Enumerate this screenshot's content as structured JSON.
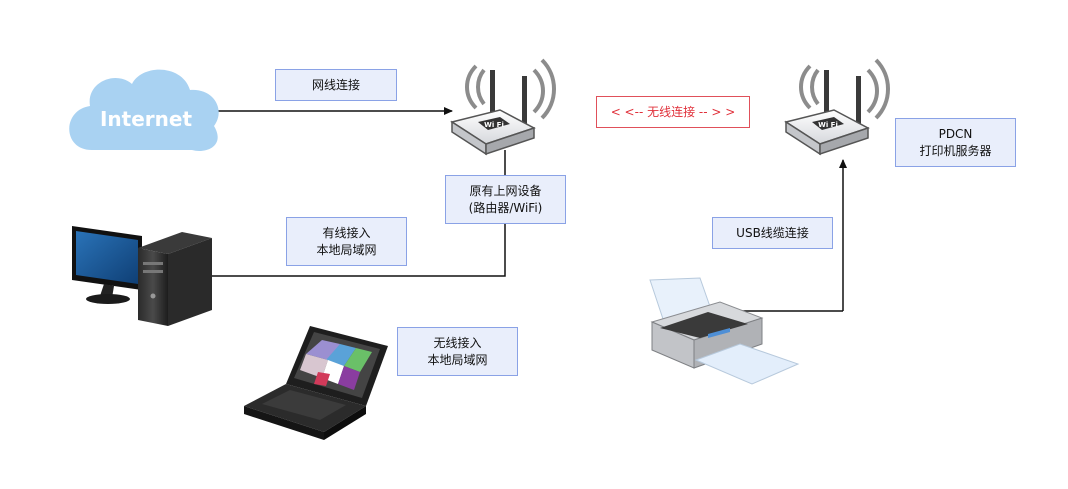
{
  "cloud": {
    "label": "Internet"
  },
  "boxes": {
    "wired_connection": "网线连接",
    "wireless_connection": "< <--  无线连接  -- > >",
    "router_line1": "原有上网设备",
    "router_line2": "(路由器/WiFi)",
    "pdcn_line1": "PDCN",
    "pdcn_line2": "打印机服务器",
    "wired_access_line1": "有线接入",
    "wired_access_line2": "本地局域网",
    "usb_cable": "USB线缆连接",
    "wireless_access_line1": "无线接入",
    "wireless_access_line2": "本地局域网"
  },
  "router_badge": "Wi Fi",
  "colors": {
    "cloud": "#a9d2f2",
    "box_fill": "#e9eefb",
    "box_border": "#8aa2e6",
    "wireless_red": "#e0303a",
    "monitor_screen": "#1a5a9c"
  },
  "icons": [
    "cloud-icon",
    "router-icon",
    "desktop-computer-icon",
    "laptop-icon",
    "printer-icon"
  ]
}
